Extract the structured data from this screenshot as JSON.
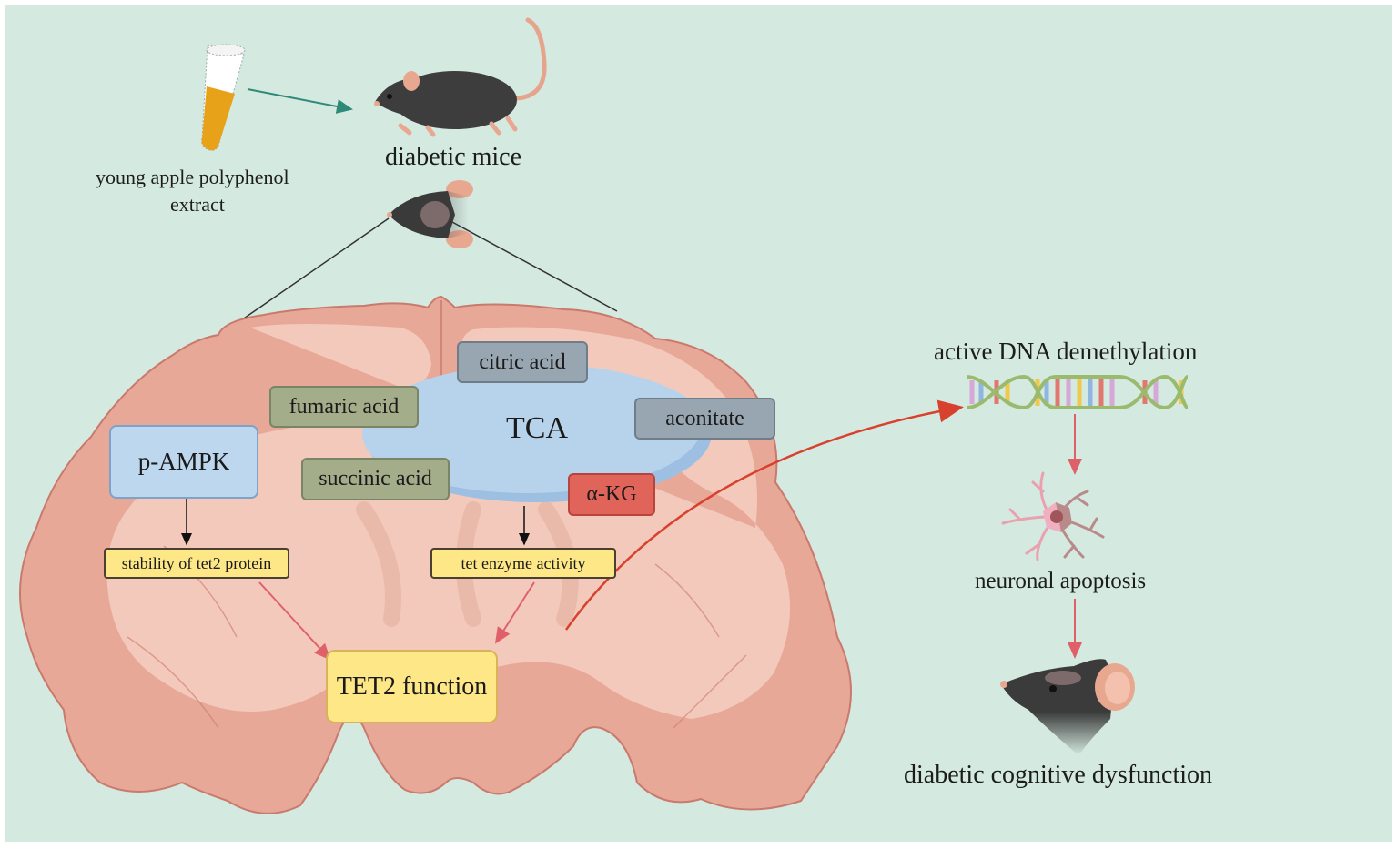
{
  "left_panel": {
    "extract_label_line1": "young apple polyphenol",
    "extract_label_line2": "extract",
    "mice_label": "diabetic mice",
    "tca_label": "TCA",
    "metabolites": {
      "citric": "citric acid",
      "fumaric": "fumaric acid",
      "succinic": "succinic acid",
      "aconitate": "aconitate",
      "akg": "α-KG"
    },
    "pampk": "p-AMPK",
    "stability": "stability of tet2 protein",
    "enzyme": "tet enzyme activity",
    "tet2": "TET2 function"
  },
  "right_panel": {
    "dna_label": "active DNA demethylation",
    "apoptosis_label": "neuronal apoptosis",
    "outcome_label": "diabetic cognitive dysfunction"
  },
  "colors": {
    "background": "#d4e9e0",
    "tca": "#b7d3ec",
    "fumarate_group": "#a3ad8a",
    "citrate_group": "#98a6b1",
    "akg": "#e0645a",
    "outcome_box": "#fde787",
    "pink_arrow": "#e0606a",
    "red_arrow": "#d8412e",
    "teal_arrow": "#2e8a78"
  }
}
